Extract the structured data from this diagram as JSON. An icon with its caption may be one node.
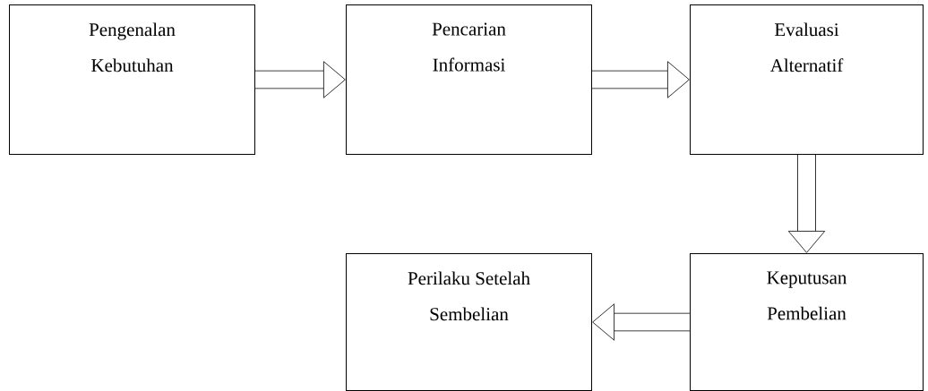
{
  "diagram": {
    "nodes": [
      {
        "text": [
          "Pengenalan Kebutuhan"
        ]
      },
      {
        "text": [
          "Pencarian Informasi"
        ]
      },
      {
        "text": [
          "Evaluasi Alternatif"
        ]
      },
      {
        "text": [
          "Keputusan Pembelian"
        ]
      },
      {
        "text": [
          "Perilaku Setelah Sembelian"
        ]
      }
    ],
    "edges": [
      {
        "from": 0,
        "to": 1,
        "arrow": "to"
      },
      {
        "from": 1,
        "to": 2,
        "arrow": "to"
      },
      {
        "from": 2,
        "to": 3,
        "arrow": "to"
      },
      {
        "from": 3,
        "to": 4,
        "arrow": "to"
      }
    ]
  }
}
